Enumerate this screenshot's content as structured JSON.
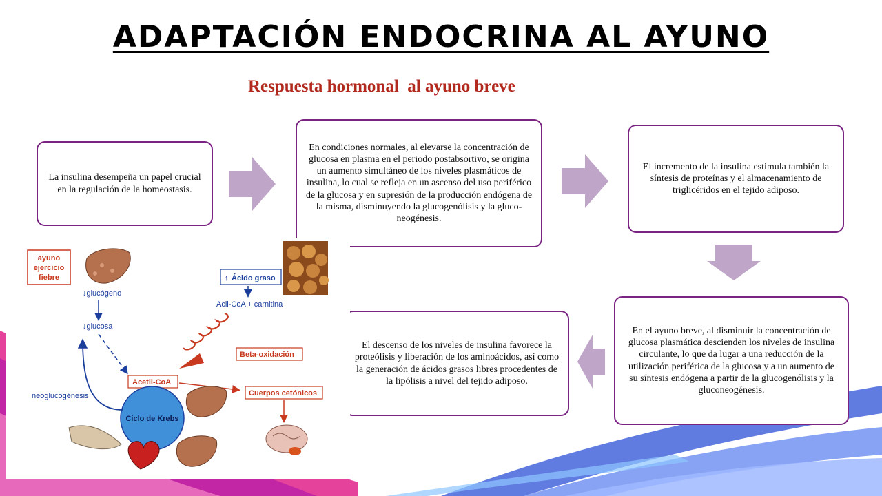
{
  "title": "ADAPTACIÓN ENDOCRINA AL AYUNO",
  "subtitle": "Respuesta hormonal  al ayuno breve",
  "boxes": [
    "La insulina desempeña un papel crucial en la regulación de la homeostasis.",
    "En condiciones normales, al elevarse la concentración de glucosa en plasma en el periodo postabsortivo, se origina un aumento simultáneo de los niveles plasmáticos de insulina, lo cual se refleja en un ascenso del uso periférico de la glucosa y en supresión de la producción endógena de la misma, disminuyendo la glucogenólisis y la gluco-neogénesis.",
    "El incremento de la insulina estimula también la síntesis de proteínas y el almacenamiento de triglicéridos en el tejido adiposo.",
    "En el ayuno breve, al disminuir la concentración de glucosa plasmática descienden los niveles de insulina circulante, lo que da lugar a una reducción de la utilización periférica de la glucosa y a un aumento de su síntesis endógena a partir de la glucogenólisis y la gluconeogénesis.",
    " El descenso de los niveles de insulina favorece la proteólisis y liberación de los aminoácidos, así como la generación de ácidos grasos libres procedentes de la lipólisis a nivel del tejido adiposo."
  ],
  "figure": {
    "conditions": [
      "ayuno",
      "ejercicio",
      "fiebre"
    ],
    "glucogeno": "↓glucógeno",
    "glucosa": "↓glucosa",
    "acido_graso": "Ácido graso",
    "acido_graso_arrow": "↑",
    "acil_coa": "Acil-CoA + carnitina",
    "beta_oxidacion": "Beta-oxidación",
    "acetil_coa": "Acetil-CoA",
    "cuerpos_cetonicos": "Cuerpos cetónicos",
    "neoglucogenesis": "neoglucogénesis",
    "krebs": "Ciclo de Krebs"
  },
  "colors": {
    "box_border": "#7a2383",
    "arrow_fill": "#bfa6c9",
    "subtitle": "#b22a1e",
    "figure_red": "#c8391f",
    "figure_blue": "#1c3f9e",
    "krebs_fill": "#3f8fd9"
  }
}
